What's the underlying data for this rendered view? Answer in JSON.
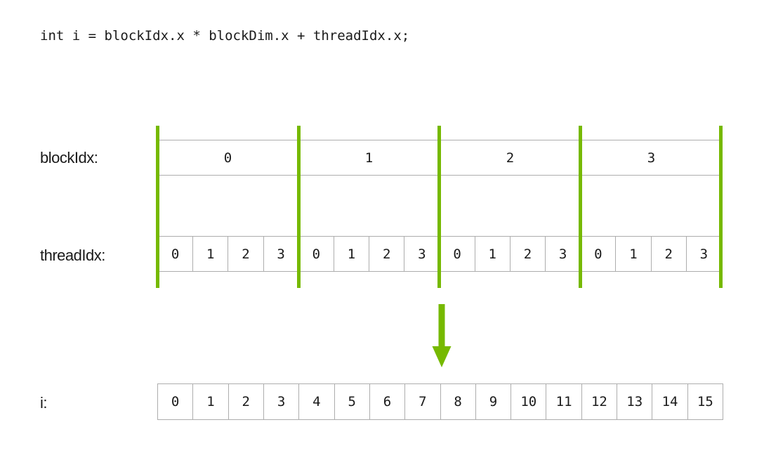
{
  "code": {
    "text": "int i = blockIdx.x * blockDim.x + threadIdx.x;"
  },
  "colors": {
    "accent_green": "#76B900",
    "grid_gray": "#ADADAD",
    "text_dark": "#1A1A1A"
  },
  "rows": {
    "block": {
      "label": "blockIdx:",
      "values": [
        "0",
        "1",
        "2",
        "3"
      ]
    },
    "thread": {
      "label": "threadIdx:",
      "values": [
        "0",
        "1",
        "2",
        "3",
        "0",
        "1",
        "2",
        "3",
        "0",
        "1",
        "2",
        "3",
        "0",
        "1",
        "2",
        "3"
      ]
    },
    "index": {
      "label": "i:",
      "values": [
        "0",
        "1",
        "2",
        "3",
        "4",
        "5",
        "6",
        "7",
        "8",
        "9",
        "10",
        "11",
        "12",
        "13",
        "14",
        "15"
      ]
    }
  },
  "icons": {
    "down_arrow": "maps-to-svg-triangle-arrow"
  }
}
